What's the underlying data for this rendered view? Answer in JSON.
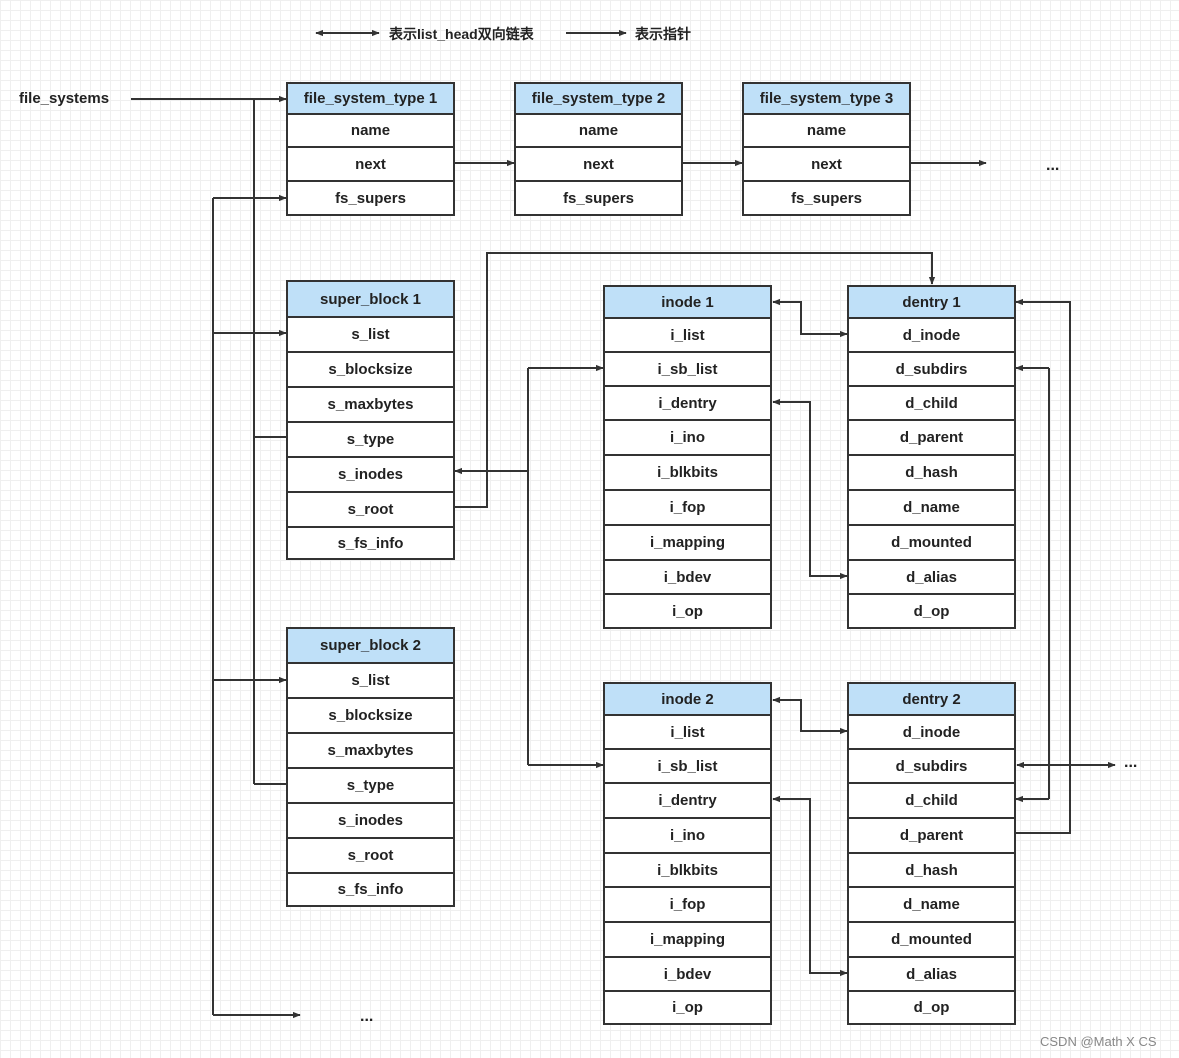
{
  "legend": {
    "double_arrow_text": "表示list_head双向链表",
    "arrow_text": "表示指针"
  },
  "root_label": "file_systems",
  "ellipsis": "...",
  "watermark": "CSDN @Math X CS",
  "boxes": {
    "fst1": {
      "title": "file_system_type 1",
      "fields": [
        "name",
        "next",
        "fs_supers"
      ]
    },
    "fst2": {
      "title": "file_system_type 2",
      "fields": [
        "name",
        "next",
        "fs_supers"
      ]
    },
    "fst3": {
      "title": "file_system_type 3",
      "fields": [
        "name",
        "next",
        "fs_supers"
      ]
    },
    "sb1": {
      "title": "super_block 1",
      "fields": [
        "s_list",
        "s_blocksize",
        "s_maxbytes",
        "s_type",
        "s_inodes",
        "s_root",
        "s_fs_info"
      ]
    },
    "sb2": {
      "title": "super_block 2",
      "fields": [
        "s_list",
        "s_blocksize",
        "s_maxbytes",
        "s_type",
        "s_inodes",
        "s_root",
        "s_fs_info"
      ]
    },
    "inode1": {
      "title": "inode 1",
      "fields": [
        "i_list",
        "i_sb_list",
        "i_dentry",
        "i_ino",
        "i_blkbits",
        "i_fop",
        "i_mapping",
        "i_bdev",
        "i_op"
      ]
    },
    "inode2": {
      "title": "inode 2",
      "fields": [
        "i_list",
        "i_sb_list",
        "i_dentry",
        "i_ino",
        "i_blkbits",
        "i_fop",
        "i_mapping",
        "i_bdev",
        "i_op"
      ]
    },
    "dentry1": {
      "title": "dentry 1",
      "fields": [
        "d_inode",
        "d_subdirs",
        "d_child",
        "d_parent",
        "d_hash",
        "d_name",
        "d_mounted",
        "d_alias",
        "d_op"
      ]
    },
    "dentry2": {
      "title": "dentry 2",
      "fields": [
        "d_inode",
        "d_subdirs",
        "d_child",
        "d_parent",
        "d_hash",
        "d_name",
        "d_mounted",
        "d_alias",
        "d_op"
      ]
    }
  }
}
